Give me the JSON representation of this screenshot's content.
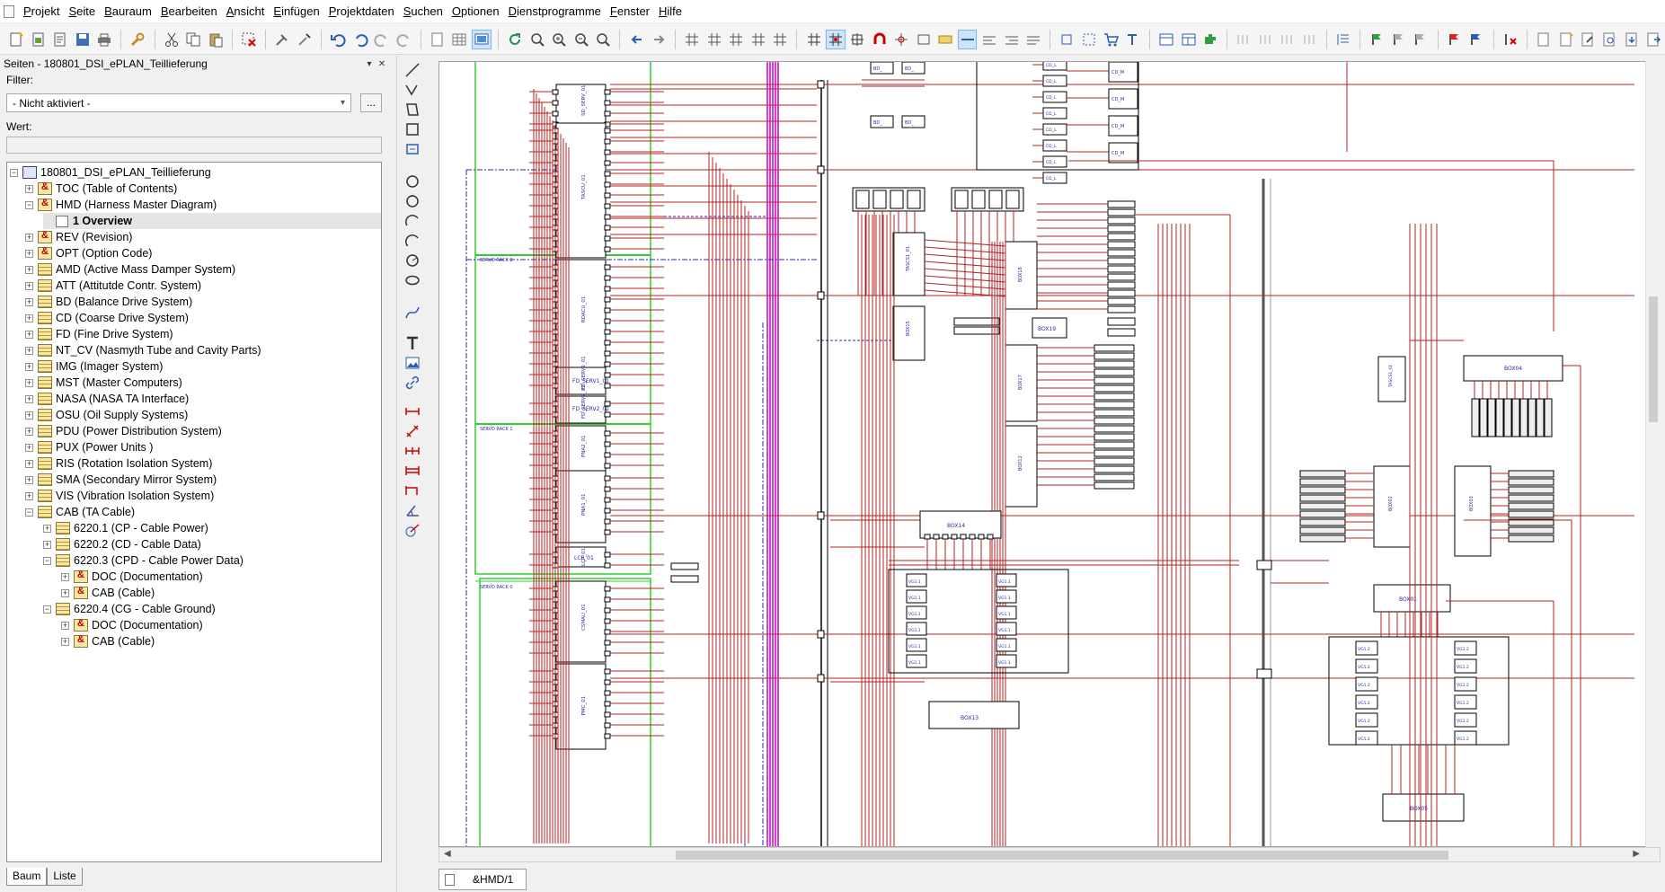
{
  "menu": [
    "Projekt",
    "Seite",
    "Bauraum",
    "Bearbeiten",
    "Ansicht",
    "Einfügen",
    "Projektdaten",
    "Suchen",
    "Optionen",
    "Dienstprogramme",
    "Fenster",
    "Hilfe"
  ],
  "panel": {
    "title": "Seiten - 180801_DSI_ePLAN_Teillieferung",
    "filter_label": "Filter:",
    "filter_value": "- Nicht aktiviert -",
    "filter_more": "...",
    "wert_label": "Wert:",
    "wert_value": ""
  },
  "tree": {
    "root": "180801_DSI_ePLAN_Teillieferung",
    "items": [
      {
        "label": "TOC (Table of Contents)",
        "level": 1,
        "icon": "doc",
        "exp": "+"
      },
      {
        "label": "HMD (Harness Master Diagram)",
        "level": 1,
        "icon": "doc",
        "exp": "-"
      },
      {
        "label": "1 Overview",
        "level": 2,
        "icon": "sheet",
        "exp": "",
        "selected": true
      },
      {
        "label": "REV (Revision)",
        "level": 1,
        "icon": "doc",
        "exp": "+"
      },
      {
        "label": "OPT (Option Code)",
        "level": 1,
        "icon": "doc",
        "exp": "+"
      },
      {
        "label": "AMD (Active Mass Damper System)",
        "level": 1,
        "icon": "page",
        "exp": "+"
      },
      {
        "label": "ATT (Attitutde Contr. System)",
        "level": 1,
        "icon": "page",
        "exp": "+"
      },
      {
        "label": "BD (Balance Drive System)",
        "level": 1,
        "icon": "page",
        "exp": "+"
      },
      {
        "label": "CD (Coarse Drive System)",
        "level": 1,
        "icon": "page",
        "exp": "+"
      },
      {
        "label": "FD (Fine  Drive System)",
        "level": 1,
        "icon": "page",
        "exp": "+"
      },
      {
        "label": "NT_CV (Nasmyth Tube and Cavity Parts)",
        "level": 1,
        "icon": "page",
        "exp": "+"
      },
      {
        "label": "IMG (Imager System)",
        "level": 1,
        "icon": "page",
        "exp": "+"
      },
      {
        "label": "MST (Master Computers)",
        "level": 1,
        "icon": "page",
        "exp": "+"
      },
      {
        "label": "NASA (NASA TA Interface)",
        "level": 1,
        "icon": "page",
        "exp": "+"
      },
      {
        "label": "OSU (Oil Supply Systems)",
        "level": 1,
        "icon": "page",
        "exp": "+"
      },
      {
        "label": "PDU (Power Distribution System)",
        "level": 1,
        "icon": "page",
        "exp": "+"
      },
      {
        "label": "PUX (Power Units )",
        "level": 1,
        "icon": "page",
        "exp": "+"
      },
      {
        "label": "RIS (Rotation Isolation System)",
        "level": 1,
        "icon": "page",
        "exp": "+"
      },
      {
        "label": "SMA (Secondary Mirror System)",
        "level": 1,
        "icon": "page",
        "exp": "+"
      },
      {
        "label": "VIS (Vibration Isolation System)",
        "level": 1,
        "icon": "page",
        "exp": "+"
      },
      {
        "label": "CAB (TA Cable)",
        "level": 1,
        "icon": "page",
        "exp": "-"
      },
      {
        "label": "6220.1 (CP - Cable Power)",
        "level": 2,
        "icon": "page",
        "exp": "+"
      },
      {
        "label": "6220.2 (CD - Cable Data)",
        "level": 2,
        "icon": "page",
        "exp": "+"
      },
      {
        "label": "6220.3 (CPD - Cable Power Data)",
        "level": 2,
        "icon": "page",
        "exp": "-"
      },
      {
        "label": "DOC (Documentation)",
        "level": 3,
        "icon": "doc",
        "exp": "+"
      },
      {
        "label": "CAB (Cable)",
        "level": 3,
        "icon": "doc",
        "exp": "+"
      },
      {
        "label": "6220.4 (CG - Cable Ground)",
        "level": 2,
        "icon": "page",
        "exp": "-"
      },
      {
        "label": "DOC (Documentation)",
        "level": 3,
        "icon": "doc",
        "exp": "+"
      },
      {
        "label": "CAB (Cable)",
        "level": 3,
        "icon": "doc",
        "exp": "+"
      }
    ]
  },
  "tabs": [
    "Baum",
    "Liste"
  ],
  "page_tab": "&HMD/1",
  "schematic": {
    "units": [
      "TASCU_01",
      "SD_SERV_01",
      "RDACU_01",
      "FD_SERV1_01",
      "FD_SERV2_02",
      "PNA2_01",
      "PNA1_01",
      "LCP_01",
      "CSMAU_01",
      "PMC_01",
      "BOX18",
      "BOX17",
      "BOX19",
      "BOX12",
      "BOX14",
      "BOX15",
      "BOX04",
      "BOX02",
      "BOX03",
      "BOX01",
      "BOX05",
      "BOX13"
    ],
    "rack_labels": [
      "SERVO RACK 2",
      "SERVO RACK 1",
      "SERVO RACK 0"
    ]
  },
  "colors": {
    "wire": "#b22222",
    "rack": "#32cd32",
    "bus": "#cc00cc",
    "frame": "#000000",
    "text": "#2a2aa8"
  }
}
